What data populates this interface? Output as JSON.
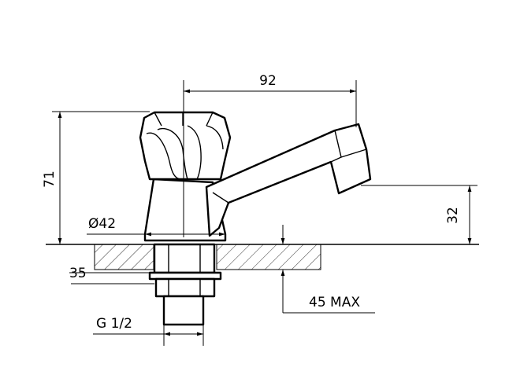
{
  "dimensions": {
    "spout_reach": "92",
    "total_height": "71",
    "base_diameter": "Ø42",
    "spout_height": "32",
    "thread_length": "35",
    "max_thickness": "45 MAX",
    "thread_size": "G 1/2"
  }
}
